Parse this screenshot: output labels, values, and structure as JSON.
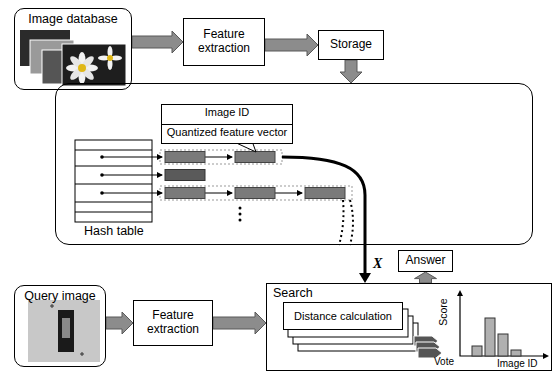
{
  "diagram": {
    "nodes": [
      {
        "text": [
          "Image database"
        ]
      },
      {
        "text": [
          "Feature extraction"
        ]
      },
      {
        "text": [
          "Storage"
        ]
      },
      {
        "text": [
          "Hash table"
        ]
      },
      {
        "text": [
          "Image ID",
          "Quantized feature vector"
        ],
        "in": 3
      },
      {
        "text": [
          "Query image"
        ]
      },
      {
        "text": [
          "Feature extraction"
        ]
      },
      {
        "text": [
          "Search"
        ]
      },
      {
        "text": [
          "Distance calculation"
        ],
        "in": 7
      },
      {
        "text": [
          "Answer"
        ]
      }
    ],
    "edges": [
      {
        "from": 0,
        "to": 1,
        "arrow": "to"
      },
      {
        "from": 1,
        "to": 2,
        "arrow": "to"
      },
      {
        "from": 2,
        "to": 3,
        "arrow": "to"
      },
      {
        "from": 5,
        "to": 6,
        "arrow": "to"
      },
      {
        "from": 6,
        "to": 7,
        "arrow": "to"
      },
      {
        "from": 3,
        "to": 7,
        "arrow": "to",
        "label": "X"
      },
      {
        "from": 7,
        "to": 9,
        "arrow": "to"
      }
    ],
    "labels": [
      "Score",
      "Image ID",
      "Vote"
    ]
  }
}
